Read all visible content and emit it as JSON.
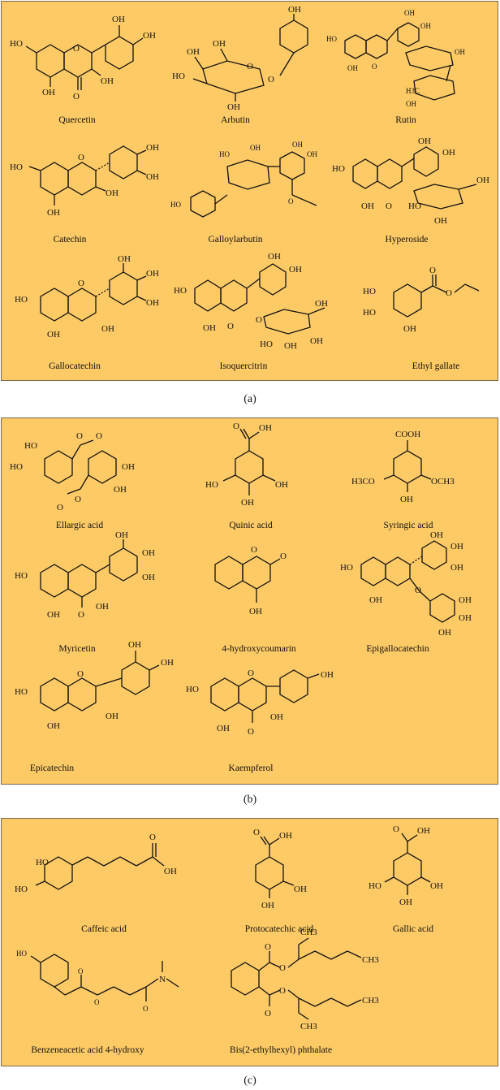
{
  "panels": [
    {
      "letter": "(a)",
      "compounds": [
        "Quercetin",
        "Arbutin",
        "Rutin",
        "Catechin",
        "Galloylarbutin",
        "Hyperoside",
        "Gallocatechin",
        "Isoquercitrin",
        "Ethyl gallate"
      ]
    },
    {
      "letter": "(b)",
      "compounds": [
        "Ellargic acid",
        "Quinic acid",
        "Syringic acid",
        "Myricetin",
        "4-hydroxycoumarin",
        "Epigallocatechin",
        "Epicatechin",
        "Kaempferol"
      ]
    },
    {
      "letter": "(c)",
      "compounds": [
        "Caffeic acid",
        "Protocatechic acid",
        "Gallic acid",
        "Benzeneacetic acid 4-hydroxy",
        "Bis(2-ethylhexyl) phthalate"
      ]
    }
  ],
  "atom_labels": {
    "oh": "OH",
    "ho": "HO",
    "o": "O",
    "cooh": "COOH",
    "h3co": "H3CO",
    "och3": "OCH3",
    "ch3": "CH3",
    "h3c": "H3C",
    "n": "N"
  }
}
